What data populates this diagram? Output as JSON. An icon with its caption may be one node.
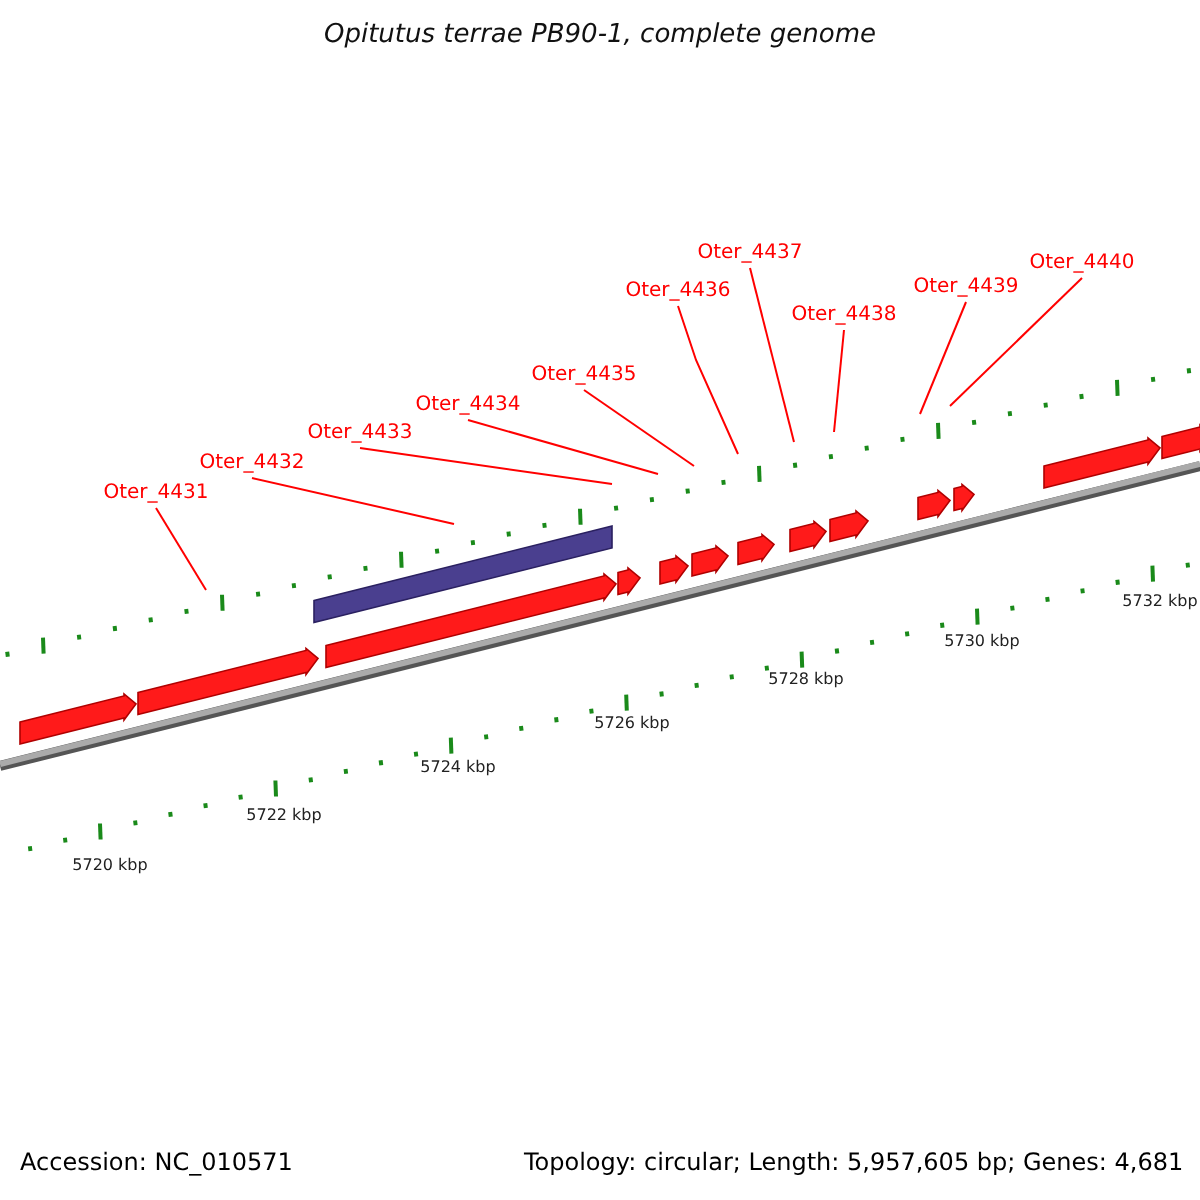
{
  "diagram": {
    "title": "Opitutus terrae PB90-1, complete genome",
    "nodes": [
      {
        "text": [
          "Oter_4431"
        ]
      },
      {
        "text": [
          "Oter_4432"
        ]
      },
      {
        "text": [
          "Oter_4433"
        ]
      },
      {
        "text": [
          "Oter_4434"
        ]
      },
      {
        "text": [
          "Oter_4435"
        ]
      },
      {
        "text": [
          "Oter_4436"
        ]
      },
      {
        "text": [
          "Oter_4437"
        ]
      },
      {
        "text": [
          "Oter_4438"
        ]
      },
      {
        "text": [
          "Oter_4439"
        ]
      },
      {
        "text": [
          "Oter_4440"
        ]
      }
    ],
    "edges": [
      {
        "from": 0,
        "to": null,
        "arrow": "none"
      },
      {
        "from": 1,
        "to": null,
        "arrow": "none"
      },
      {
        "from": 2,
        "to": null,
        "arrow": "none"
      },
      {
        "from": 3,
        "to": null,
        "arrow": "none"
      },
      {
        "from": 4,
        "to": null,
        "arrow": "none"
      },
      {
        "from": 5,
        "to": null,
        "arrow": "none"
      },
      {
        "from": 6,
        "to": null,
        "arrow": "none"
      },
      {
        "from": 7,
        "to": null,
        "arrow": "none"
      },
      {
        "from": 8,
        "to": null,
        "arrow": "none"
      },
      {
        "from": 9,
        "to": null,
        "arrow": "none"
      }
    ],
    "labels": [
      "5720 kbp",
      "5722 kbp",
      "5724 kbp",
      "5726 kbp",
      "5728 kbp",
      "5730 kbp",
      "5732 kbp",
      "Accession: NC_010571",
      "Topology: circular; Length: 5,957,605 bp; Genes: 4,681"
    ]
  }
}
